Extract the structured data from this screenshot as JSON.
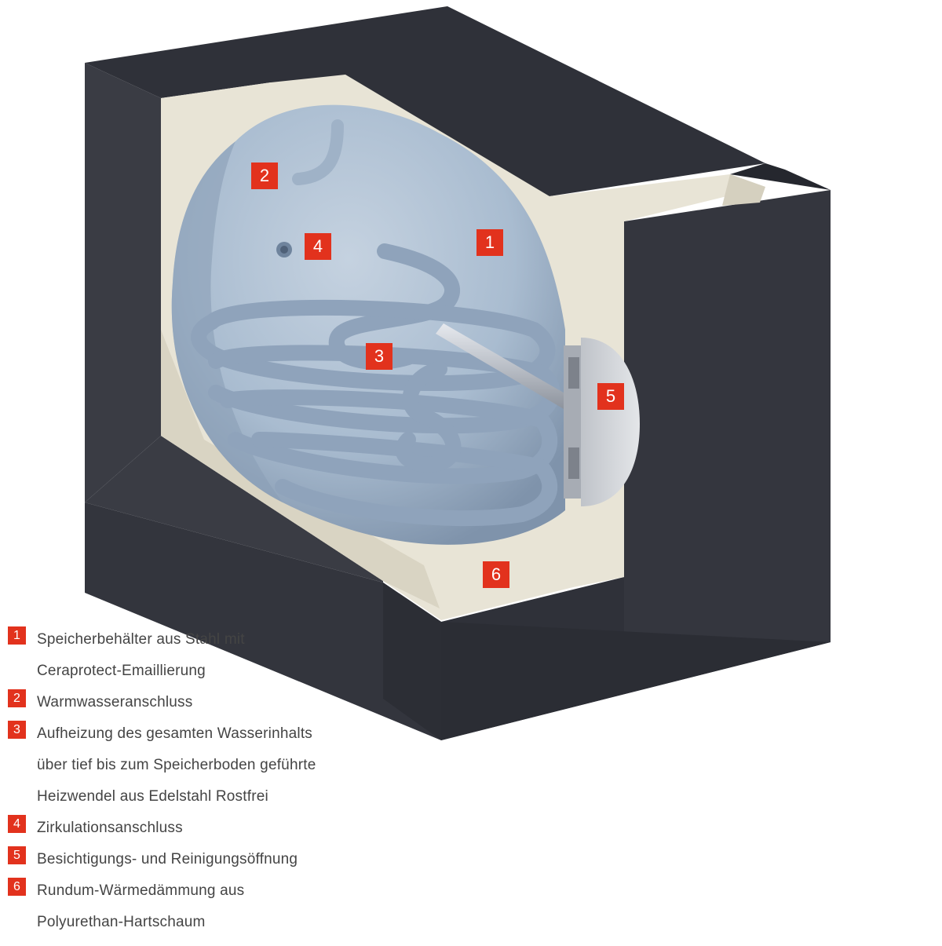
{
  "colors": {
    "housing": "#3b3d45",
    "housing_top": "#2e3038",
    "insulation": "#e8e4d6",
    "tank": "#a9bcd0",
    "coil": "#8fa3bb",
    "marker": "#e2321d"
  },
  "markers": [
    "1",
    "2",
    "3",
    "4",
    "5",
    "6"
  ],
  "legend": [
    {
      "num": "1",
      "lines": [
        "Speicherbehälter aus Stahl mit",
        "Ceraprotect-Emaillierung"
      ]
    },
    {
      "num": "2",
      "lines": [
        "Warmwasseranschluss"
      ]
    },
    {
      "num": "3",
      "lines": [
        "Aufheizung des gesamten Wasserinhalts",
        "über tief bis zum Speicherboden geführte",
        "Heizwendel aus Edelstahl Rostfrei"
      ]
    },
    {
      "num": "4",
      "lines": [
        "Zirkulationsanschluss"
      ]
    },
    {
      "num": "5",
      "lines": [
        "Besichtigungs- und Reinigungsöffnung"
      ]
    },
    {
      "num": "6",
      "lines": [
        "Rundum-Wärmedämmung aus",
        "Polyurethan-Hartschaum"
      ]
    }
  ]
}
